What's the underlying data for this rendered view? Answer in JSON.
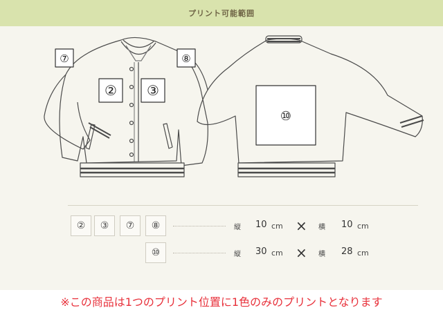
{
  "header": {
    "title": "プリント可能範囲"
  },
  "diagram": {
    "front_markers": [
      "⑦",
      "②",
      "③",
      "⑧"
    ],
    "back_marker": "⑩"
  },
  "sizes": {
    "row1": {
      "positions": [
        "②",
        "③",
        "⑦",
        "⑧"
      ],
      "vertical_label": "縦",
      "vertical_value": "10",
      "horizontal_label": "横",
      "horizontal_value": "10",
      "unit": "cm",
      "times": "×"
    },
    "row2": {
      "positions": [
        "⑩"
      ],
      "vertical_label": "縦",
      "vertical_value": "30",
      "horizontal_label": "横",
      "horizontal_value": "28",
      "unit": "cm",
      "times": "×"
    }
  },
  "note": "※この商品は1つのプリント位置に1色のみのプリントとなります",
  "colors": {
    "header_bg": "#d9e3ad",
    "panel_bg": "#f6f5ee",
    "note": "#e8323c"
  }
}
